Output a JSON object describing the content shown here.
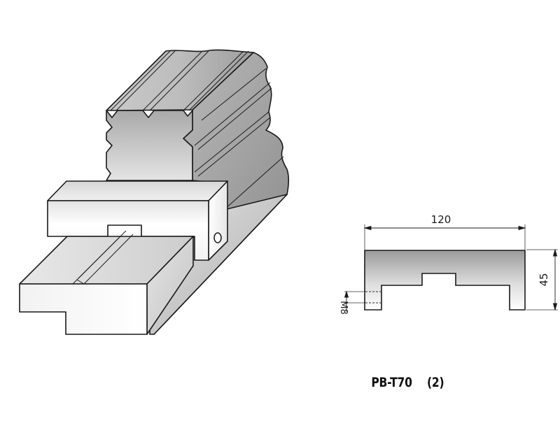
{
  "figure": {
    "title": "PB-T70 tool clamp drawing",
    "views": [
      {
        "id": "isometric",
        "description": "3D isometric view of press brake tool clamp with upper beam and lower tool"
      },
      {
        "id": "section",
        "description": "Cross-section profile of clamp"
      }
    ]
  },
  "section_view": {
    "dimensions": {
      "width": "120",
      "height": "45",
      "thread": "M8"
    }
  },
  "caption": {
    "model": "PB-T70",
    "variant": "(2)"
  },
  "colors": {
    "outline": "#1a1a1a",
    "fill_light": "#f6f6f6",
    "fill_mid": "#cfcfcf",
    "fill_dark": "#9a9a9a"
  }
}
